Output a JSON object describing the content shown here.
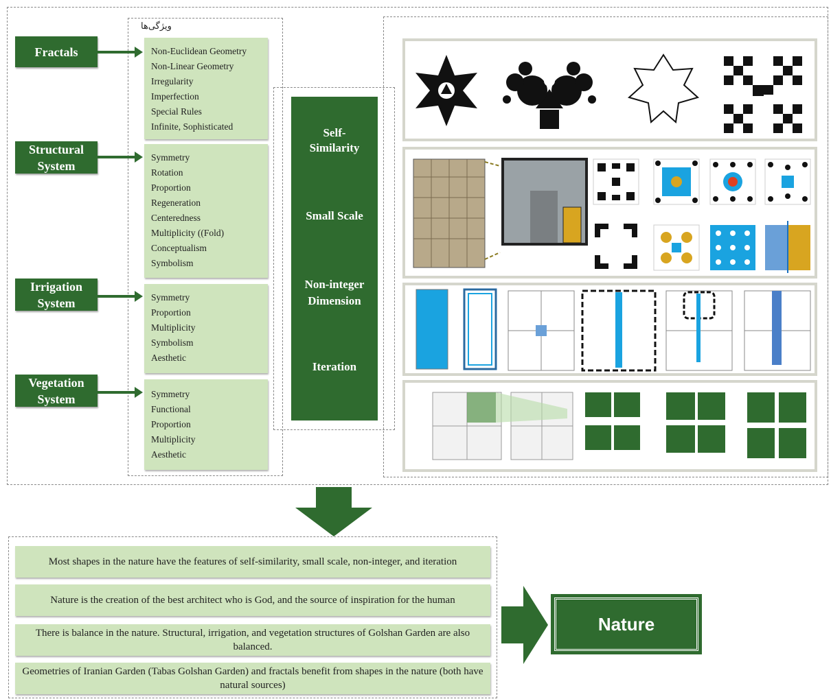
{
  "header": {
    "features_title": "ویژگی‌ها"
  },
  "categories": [
    {
      "label": "Fractals",
      "features": [
        "Non-Euclidean Geometry",
        "Non-Linear Geometry",
        "Irregularity",
        "Imperfection",
        "Special Rules",
        "Infinite, Sophisticated"
      ]
    },
    {
      "label": "Structural System",
      "features": [
        "Symmetry",
        "Rotation",
        "Proportion",
        "Regeneration",
        "Centeredness",
        "Multiplicity ((Fold)",
        "Conceptualism",
        "Symbolism"
      ]
    },
    {
      "label": "Irrigation System",
      "features": [
        "Symmetry",
        "Proportion",
        "Multiplicity",
        "Symbolism",
        "Aesthetic"
      ]
    },
    {
      "label": "Vegetation System",
      "features": [
        "Symmetry",
        "Functional",
        "Proportion",
        "Multiplicity",
        "Aesthetic"
      ]
    }
  ],
  "common_features": [
    "Self-Similarity",
    "Small Scale",
    "Non-integer Dimension",
    "Iteration"
  ],
  "conclusions": [
    "Most shapes in the nature have the features of self-similarity, small scale, non-integer, and iteration",
    "Nature is the creation of the best architect who is God, and the source of inspiration for the human",
    "There is balance in the nature. Structural, irrigation, and vegetation structures of Golshan Garden are also balanced.",
    "Geometries of Iranian Garden (Tabas Golshan Garden) and fractals benefit from shapes in the nature (both have natural sources)"
  ],
  "result": "Nature",
  "colors": {
    "dark_green": "#2f6b2f",
    "light_green": "#cfe4bd",
    "blue": "#1aa3e0",
    "gold": "#d8a520"
  }
}
